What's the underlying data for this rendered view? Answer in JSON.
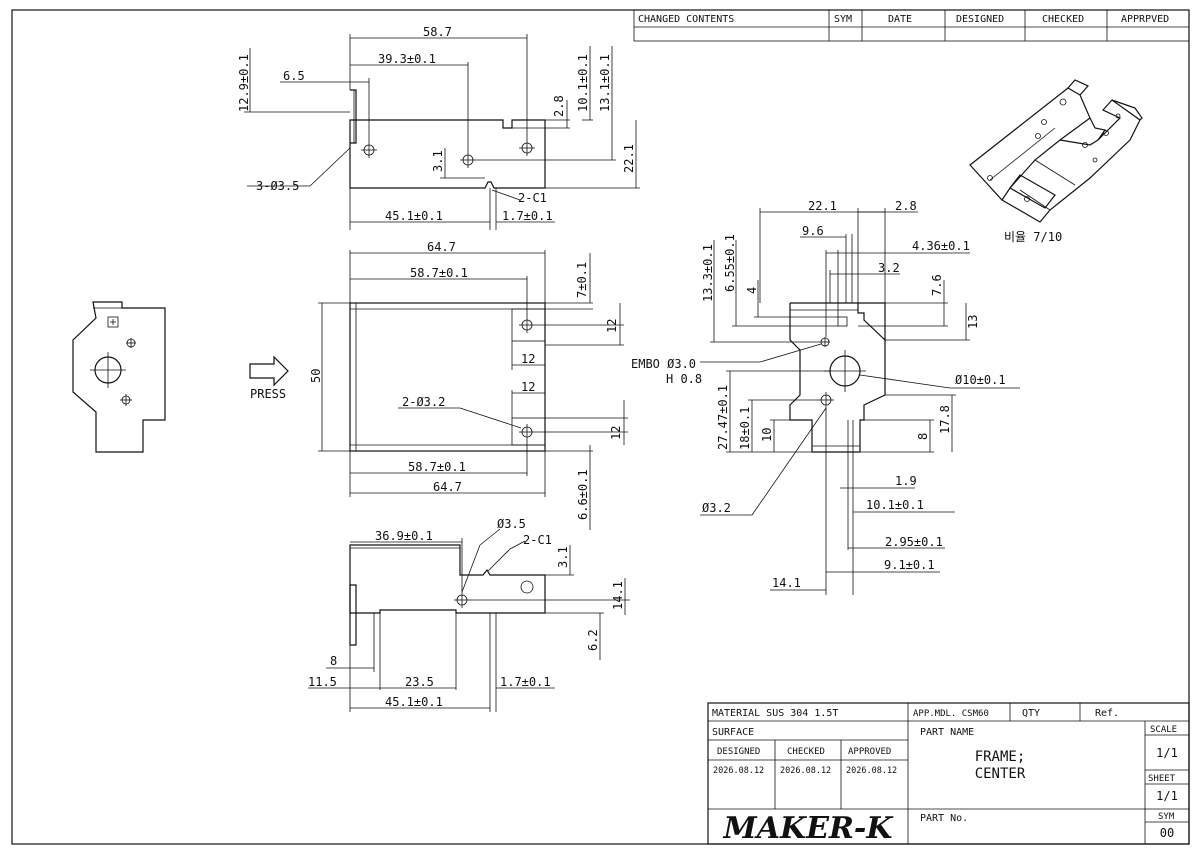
{
  "revision_table": {
    "headers": [
      "CHANGED CONTENTS",
      "SYM",
      "DATE",
      "DESIGNED",
      "CHECKED",
      "APPRPVED"
    ]
  },
  "press_label": "PRESS",
  "scale_note": "비율 7/10",
  "dims_top": {
    "d587": "58.7",
    "d393": "39.3±0.1",
    "d65": "6.5",
    "d129": "12.9±0.1",
    "d28": "2.8",
    "d101": "10.1±0.1",
    "d131": "13.1±0.1",
    "d221": "22.1",
    "d31": "3.1",
    "d3hole": "3-Ø3.5",
    "c1": "2-C1",
    "d451": "45.1±0.1",
    "d17": "1.7±0.1"
  },
  "dims_mid": {
    "d647a": "64.7",
    "d587a": "58.7±0.1",
    "d7": "7±0.1",
    "d12a": "12",
    "d12b": "12",
    "d50": "50",
    "d2hole": "2-Ø3.2",
    "d12c": "12",
    "d12d": "12",
    "d587b": "58.7±0.1",
    "d647b": "64.7",
    "d66": "6.6±0.1"
  },
  "dims_bot": {
    "d369": "36.9±0.1",
    "d35": "Ø3.5",
    "c1": "2-C1",
    "d31": "3.1",
    "d141": "14.1",
    "d62": "6.2",
    "d8": "8",
    "d115": "11.5",
    "d235": "23.5",
    "d17": "1.7±0.1",
    "d451": "45.1±0.1"
  },
  "dims_side": {
    "d221": "22.1",
    "d28": "2.8",
    "d96": "9.6",
    "d436": "4.36±0.1",
    "d32": "3.2",
    "d133": "13.3±0.1",
    "d655": "6.55±0.1",
    "d4": "4",
    "d76": "7.6",
    "d13": "13",
    "embo1": "EMBO Ø3.0",
    "embo2": "H 0.8",
    "d10hole": "Ø10±0.1",
    "d2747": "27.47±0.1",
    "d18": "18±0.1",
    "d10": "10",
    "d8": "8",
    "d178": "17.8",
    "d19": "1.9",
    "d101": "10.1±0.1",
    "d32hole": "Ø3.2",
    "d295": "2.95±0.1",
    "d91": "9.1±0.1",
    "d141": "14.1"
  },
  "title_block": {
    "material": "MATERIAL  SUS 304 1.5T",
    "app_mdl": "APP.MDL. CSM60",
    "qty": "QTY",
    "ref": "Ref.",
    "surface": "SURFACE",
    "part_name_label": "PART NAME",
    "part_name_1": "FRAME;",
    "part_name_2": "CENTER",
    "designed": "DESIGNED",
    "checked": "CHECKED",
    "approved": "APPROVED",
    "designed_date": "2026.08.12",
    "checked_date": "2026.08.12",
    "approved_date": "2026.08.12",
    "scale_label": "SCALE",
    "scale_value": "1/1",
    "sheet_label": "SHEET",
    "sheet_value": "1/1",
    "sym_label": "SYM",
    "sym_value": "00",
    "part_no_label": "PART No.",
    "logo": "MAKER-K"
  }
}
